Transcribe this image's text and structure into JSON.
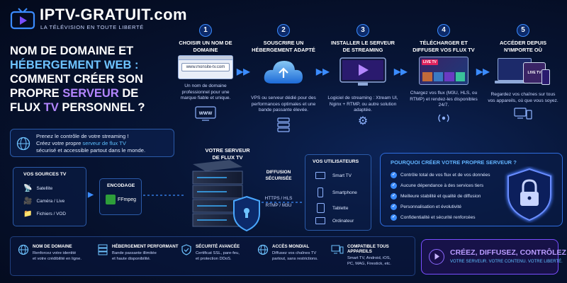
{
  "brand": {
    "name": "IPTV-GRATUIT",
    "domain": ".com",
    "tagline": "LA TÉLÉVISION EN TOUTE LIBERTÉ"
  },
  "headline": {
    "line1": "NOM DE DOMAINE ET",
    "line2": "HÉBERGEMENT WEB :",
    "line3": "COMMENT CRÉER SON",
    "line4a": "PROPRE ",
    "line4b": "SERVEUR",
    "line4c": " DE",
    "line5a": "FLUX ",
    "line5b": "TV",
    "line5c": " PERSONNEL ?"
  },
  "intro": {
    "text1": "Prenez le contrôle de votre streaming !",
    "text2a": "Créez votre propre ",
    "text2b": "serveur de flux TV",
    "text3": "sécurisé et accessible partout dans le monde."
  },
  "steps": [
    {
      "number": "1",
      "title": "CHOISIR UN NOM DE DOMAINE",
      "desc": "Un nom de domaine professionnel pour une marque fiable et unique.",
      "extra": "www.monsite-tv.com",
      "icon": "www-icon"
    },
    {
      "number": "2",
      "title": "SOUSCRIRE UN HÉBERGEMENT ADAPTÉ",
      "desc": "VPS ou serveur dédié pour des performances optimales et une bande passante élevée.",
      "icon": "cloud-icon"
    },
    {
      "number": "3",
      "title": "INSTALLER LE SERVEUR DE STREAMING",
      "desc": "Logiciel de streaming : Xtream UI, Nginx + RTMP, ou autre solution adaptée.",
      "icon": "gear-icon"
    },
    {
      "number": "4",
      "title": "TÉLÉCHARGER ET DIFFUSER VOS FLUX TV",
      "desc": "Chargez vos flux (M3U, HLS, ou RTMP) et rendez-les disponibles 24/7.",
      "extra": "LIVE TV",
      "icon": "broadcast-icon"
    },
    {
      "number": "5",
      "title": "ACCÉDER DEPUIS N'IMPORTE OÙ",
      "desc": "Regardez vos chaînes sur tous vos appareils, où que vous soyez.",
      "extra": "LIVE TV",
      "icon": "devices-icon"
    }
  ],
  "sources": {
    "title": "VOS SOURCES TV",
    "items": [
      "Satellite",
      "Caméra / Live",
      "Fichiers / VOD"
    ]
  },
  "encoding": {
    "title": "ENCODAGE",
    "tool": "FFmpeg"
  },
  "server": {
    "title1": "VOTRE SERVEUR",
    "title2": "DE FLUX TV"
  },
  "diffusion": {
    "title1": "DIFFUSION",
    "title2": "SÉCURISÉE",
    "protocols1": "HTTPS / HLS",
    "protocols2": "RTMP / M3U"
  },
  "users": {
    "title": "VOS UTILISATEURS",
    "items": [
      "Smart TV",
      "Smartphone",
      "Tablette",
      "Ordinateur"
    ]
  },
  "why": {
    "title": "POURQUOI CRÉER VOTRE PROPRE SERVEUR ?",
    "items": [
      "Contrôle total de vos flux et de vos données",
      "Aucune dépendance à des services tiers",
      "Meilleure stabilité et qualité de diffusion",
      "Personnalisation et évolutivité",
      "Confidentialité et sécurité renforcées"
    ]
  },
  "features": [
    {
      "title": "NOM DE DOMAINE",
      "line1": "Renforcez votre identité",
      "line2": "et votre crédibilité en ligne.",
      "icon": "globe-icon"
    },
    {
      "title": "HÉBERGEMENT PERFORMANT",
      "line1": "Bande passante illimitée",
      "line2": "et haute disponibilité.",
      "icon": "server-icon"
    },
    {
      "title": "SÉCURITÉ AVANCÉE",
      "line1": "Certificat SSL, pare-feu,",
      "line2": "et protection DDoS.",
      "icon": "shield-icon"
    },
    {
      "title": "ACCÈS MONDIAL",
      "line1": "Diffusez vos chaînes TV",
      "line2": "partout, sans restrictions.",
      "icon": "globe-icon"
    },
    {
      "title": "COMPATIBLE TOUS APPAREILS",
      "line1": "Smart TV, Android, iOS,",
      "line2": "PC, MAG, Firestick, etc.",
      "icon": "devices-icon"
    }
  ],
  "cta": {
    "title": "CRÉEZ, DIFFUSEZ, CONTRÔLEZ !",
    "subtitle": "VOTRE SERVEUR. VOTRE CONTENU. VOTRE LIBERTÉ."
  },
  "colors": {
    "background": "#050b1f",
    "accent_blue": "#3b8cff",
    "accent_cyan": "#6ec3ff",
    "accent_purple": "#b486ff"
  }
}
